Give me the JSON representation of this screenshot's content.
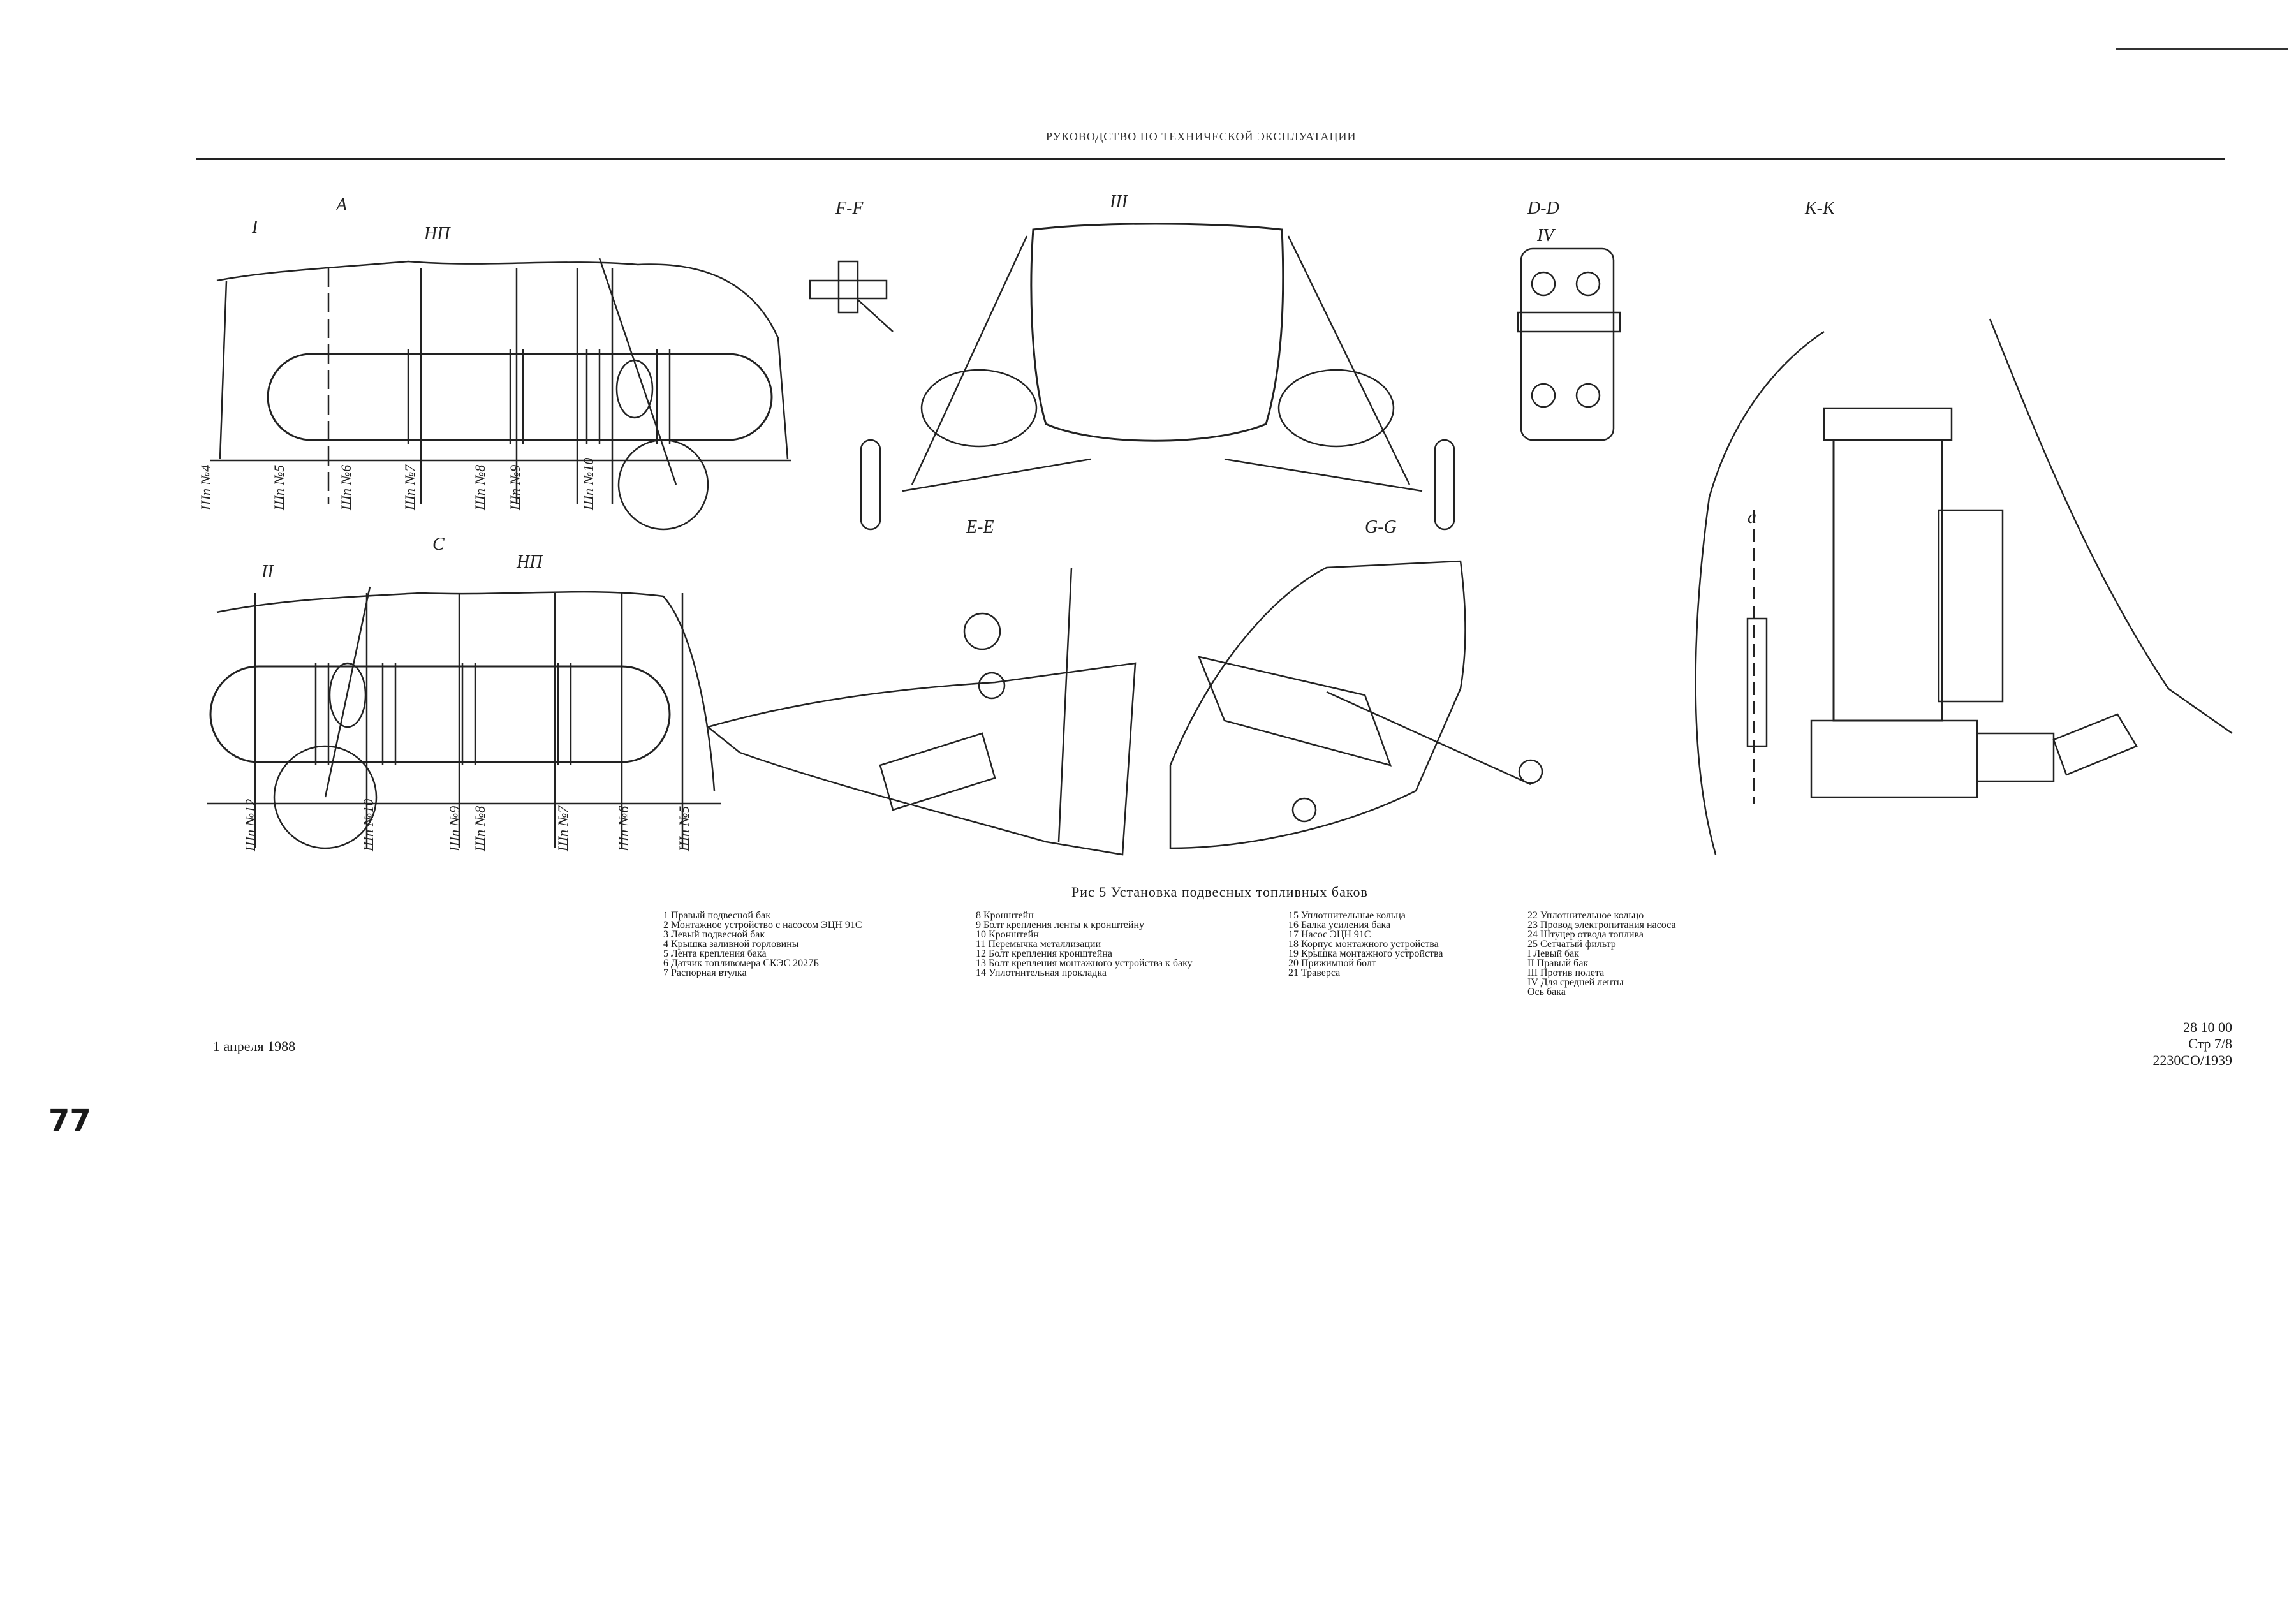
{
  "header": {
    "title": "РУКОВОДСТВО ПО ТЕХНИЧЕСКОЙ ЭКСПЛУАТАЦИИ"
  },
  "figure": {
    "caption": "Рис 5 Установка подвесных топливных баков",
    "view_labels": {
      "I": "I",
      "II": "II",
      "III": "III",
      "IV": "IV",
      "A": "A",
      "C": "C",
      "FF": "F-F",
      "DD": "D-D",
      "KK": "K-K",
      "EE": "E-E",
      "GG": "G-G",
      "NP": "НП",
      "a": "a"
    },
    "frames_top": [
      "Шп №4",
      "Шп №5",
      "Шп №6",
      "Шп №7",
      "Шп №8",
      "Шп №9",
      "Шп №10"
    ],
    "frames_bottom": [
      "Шп №12",
      "Шп №10",
      "Шп №9",
      "Шп №8",
      "Шп №7",
      "Шп №6",
      "Шп №5"
    ]
  },
  "legend": {
    "col1": [
      "1  Правый подвесной бак",
      "2  Монтажное устройство с насосом ЭЦН 91С",
      "3  Левый подвесной бак",
      "4  Крышка заливной горловины",
      "5  Лента крепления бака",
      "6  Датчик топливомера СКЭС 2027Б",
      "7  Распорная втулка"
    ],
    "col2": [
      "8  Кронштейн",
      "9  Болт крепления ленты к кронштейну",
      "10 Кронштейн",
      "11 Перемычка металлизации",
      "12 Болт крепления кронштейна",
      "13 Болт крепления монтажного устройства к баку",
      "14 Уплотнительная прокладка"
    ],
    "col3": [
      "15 Уплотнительные кольца",
      "16 Балка усиления бака",
      "17 Насос ЭЦН 91С",
      "18 Корпус монтажного устройства",
      "19 Крышка монтажного устройства",
      "20 Прижимной болт",
      "21 Траверса"
    ],
    "col4": [
      "22 Уплотнительное кольцо",
      "23 Провод электропитания насоса",
      "24 Штуцер отвода топлива",
      "25 Сетчатый фильтр",
      "I  Левый бак",
      "II  Правый бак",
      "III  Против полета",
      "IV  Для средней ленты",
      "Ось бака"
    ]
  },
  "footer": {
    "date": "1 апреля 1988",
    "doc_code": "28 10 00",
    "page": "Стр 7/8",
    "doc_number": "2230CO/1939"
  },
  "margin_note": "77"
}
